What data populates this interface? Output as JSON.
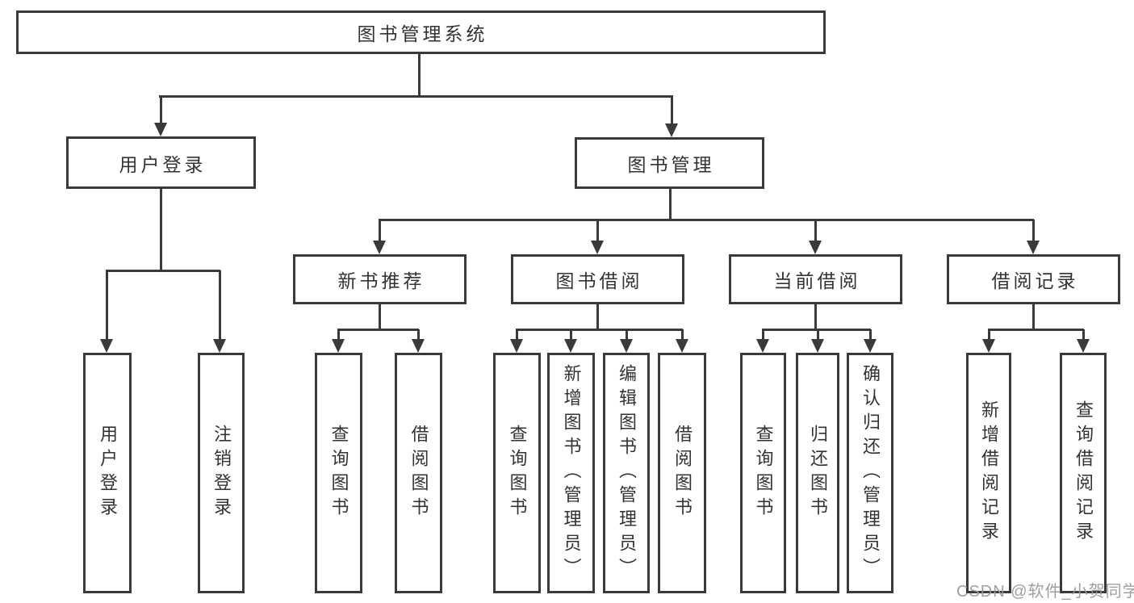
{
  "tree": {
    "label": "图书管理系统",
    "children": [
      {
        "label": "用户登录",
        "children": [
          {
            "label": "用户登录"
          },
          {
            "label": "注销登录"
          }
        ]
      },
      {
        "label": "图书管理",
        "children": [
          {
            "label": "新书推荐",
            "children": [
              {
                "label": "查询图书"
              },
              {
                "label": "借阅图书"
              }
            ]
          },
          {
            "label": "图书借阅",
            "children": [
              {
                "label": "查询图书"
              },
              {
                "label": "新增图书（管理员）"
              },
              {
                "label": "编辑图书（管理员）"
              },
              {
                "label": "借阅图书"
              }
            ]
          },
          {
            "label": "当前借阅",
            "children": [
              {
                "label": "查询图书"
              },
              {
                "label": "归还图书"
              },
              {
                "label": "确认归还（管理员）"
              }
            ]
          },
          {
            "label": "借阅记录",
            "children": [
              {
                "label": "新增借阅记录"
              },
              {
                "label": "查询借阅记录"
              }
            ]
          }
        ]
      }
    ]
  },
  "watermark": "CSDN @软件_小贺同学",
  "colors": {
    "line": "#3a3a3a",
    "text": "#333333",
    "box_fill": "#ffffff",
    "background": "#ffffff",
    "watermark": "#979797"
  }
}
